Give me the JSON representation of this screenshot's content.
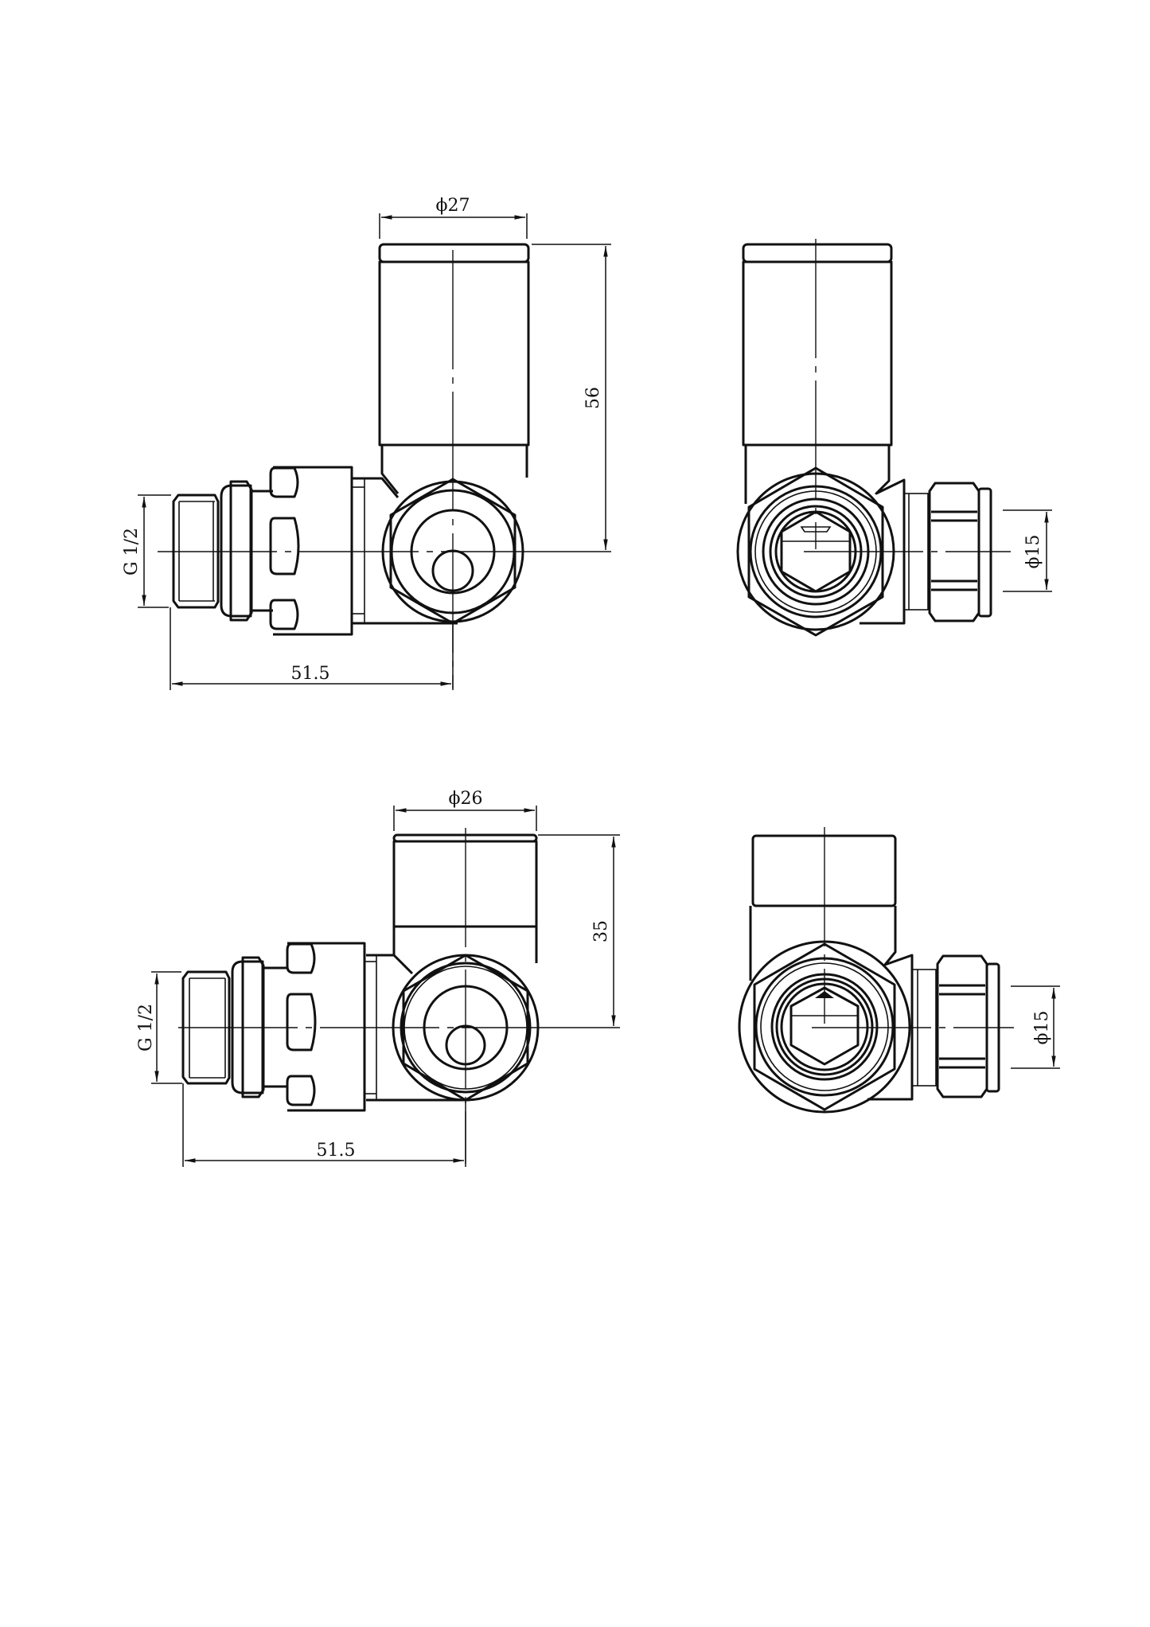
{
  "drawing": {
    "title": "Radiator valve dimension drawing",
    "line_color": "#111111",
    "background": "#ffffff"
  },
  "views": [
    {
      "name": "upper-valve-side-view",
      "labels": {
        "cap_diameter": "ϕ27",
        "height": "56",
        "thread": "G 1/2",
        "length": "51.5"
      }
    },
    {
      "name": "upper-valve-front-view",
      "labels": {
        "pipe_diameter": "ϕ15"
      }
    },
    {
      "name": "lower-valve-side-view",
      "labels": {
        "cap_diameter": "ϕ26",
        "height": "35",
        "thread": "G 1/2",
        "length": "51.5"
      }
    },
    {
      "name": "lower-valve-front-view",
      "labels": {
        "pipe_diameter": "ϕ15"
      }
    }
  ]
}
